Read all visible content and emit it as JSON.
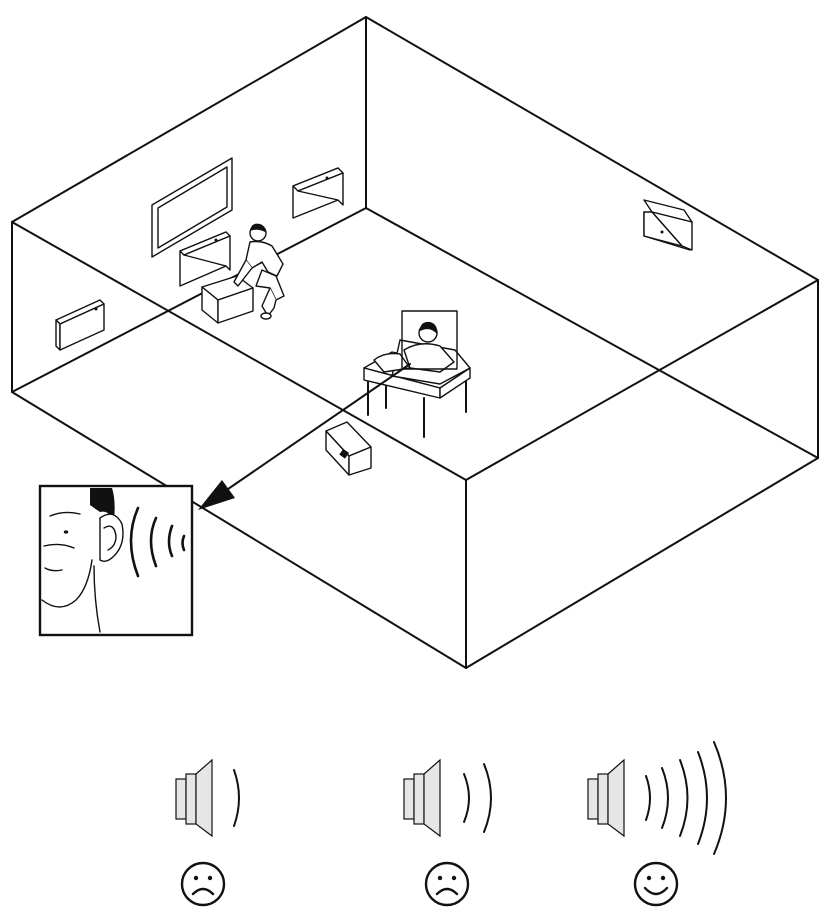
{
  "diagram": {
    "colors": {
      "line": "#111111",
      "background": "#ffffff",
      "speaker_fill": "#e6e6e6"
    },
    "objects": [
      "room-box",
      "wall-tv",
      "wall-speaker",
      "seated-listener",
      "kneeling-person",
      "floor-speaker",
      "ear-closeup",
      "sound-pointer-arrow"
    ],
    "volume_levels": [
      {
        "name": "low",
        "wave_count": 1,
        "face": "sad-face-icon"
      },
      {
        "name": "medium",
        "wave_count": 2,
        "face": "sad-face-icon"
      },
      {
        "name": "high",
        "wave_count": 5,
        "face": "happy-face-icon"
      }
    ]
  }
}
